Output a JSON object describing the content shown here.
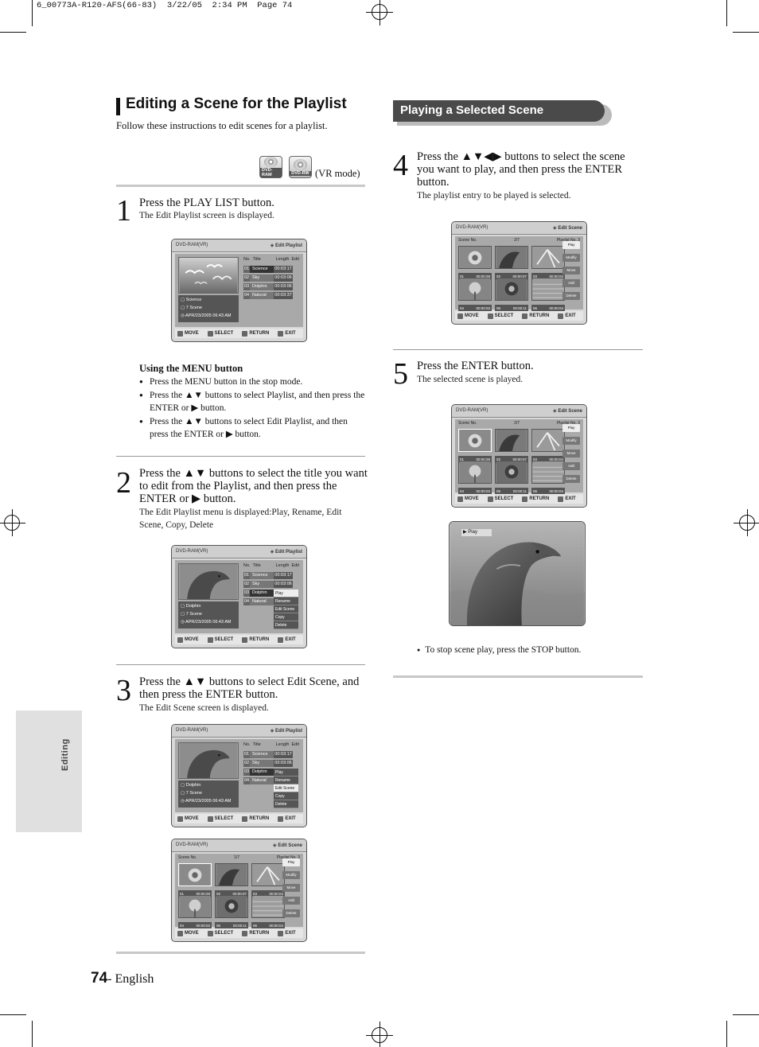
{
  "print_header": "6_00773A-R120-AFS(66-83)  3/22/05  2:34 PM  Page 74",
  "side_tab": "Editing",
  "left_section": {
    "title": "Editing a Scene for the Playlist",
    "intro": "Follow these instructions to edit scenes for a playlist.",
    "disc_icons": [
      "DVD-RAM",
      "DVD-RW"
    ],
    "mode": "(VR mode)"
  },
  "right_section": {
    "title": "Playing a Selected Scene"
  },
  "steps": {
    "s1": {
      "num": "1",
      "title": "Press the PLAY LIST button.",
      "sub": "The Edit Playlist screen is displayed."
    },
    "menu": {
      "head": "Using the MENU button",
      "items": [
        "Press the MENU button in the stop mode.",
        "Press the ▲▼ buttons to select Playlist, and then press the ENTER or ▶ button.",
        "Press the ▲▼ buttons to select Edit Playlist, and then press the ENTER or ▶ button."
      ]
    },
    "s2": {
      "num": "2",
      "title": "Press the ▲▼ buttons to select the title you want to edit from the Playlist, and then press the ENTER or ▶ button.",
      "sub": "The Edit Playlist menu is displayed:Play, Rename, Edit Scene, Copy, Delete"
    },
    "s3": {
      "num": "3",
      "title": "Press the ▲▼ buttons to select Edit Scene, and then press the ENTER button.",
      "sub": "The Edit Scene screen is displayed."
    },
    "s4": {
      "num": "4",
      "title": "Press the ▲▼◀▶ buttons to select the scene you want to play, and then press the ENTER button.",
      "sub": "The playlist entry to be played is selected."
    },
    "s5": {
      "num": "5",
      "title": "Press the ENTER button.",
      "sub": "The selected scene is played."
    }
  },
  "osd": {
    "source": "DVD-RAM(VR)",
    "edit_playlist": "Edit Playlist",
    "edit_scene": "Edit Scene",
    "col_no": "No.",
    "col_title": "Title",
    "col_length": "Length",
    "col_edit": "Edit",
    "rows": [
      {
        "no": "01",
        "title": "Science",
        "length": "00:03:17"
      },
      {
        "no": "02",
        "title": "Sky",
        "length": "00:03:06"
      },
      {
        "no": "03",
        "title": "Dolphin",
        "length": "00:03:06"
      },
      {
        "no": "04",
        "title": "Natural",
        "length": "00:03:37"
      }
    ],
    "info_science": {
      "name": "Science",
      "scenes": "7 Scene",
      "date": "APR/23/2005 06:43 AM"
    },
    "info_dolphin": {
      "name": "Dolphin",
      "scenes": "7 Scene",
      "date": "APR/23/2005 06:43 AM"
    },
    "popup": [
      "Play",
      "Rename",
      "Edit Scene",
      "Copy",
      "Delete"
    ],
    "footer": {
      "move": "MOVE",
      "select": "SELECT",
      "return": "RETURN",
      "exit": "EXIT"
    },
    "scene_no": "Scene No.",
    "scene_page_a": "1/7",
    "scene_page_b": "2/7",
    "playlist_no": "Playlist No.  3",
    "scene_buttons": [
      "Play",
      "Modify",
      "Move",
      "Add",
      "Delete"
    ],
    "scenes": [
      {
        "no": "01",
        "time": "00:00:28"
      },
      {
        "no": "02",
        "time": "00:00:07"
      },
      {
        "no": "03",
        "time": "00:00:04"
      },
      {
        "no": "04",
        "time": "00:00:03"
      },
      {
        "no": "05",
        "time": "00:00:11"
      },
      {
        "no": "06",
        "time": "00:00:04"
      }
    ],
    "play_label": "▶ Play"
  },
  "stop_note": "To stop scene play, press the STOP button.",
  "footer": {
    "page": "74",
    "lang": "- English"
  }
}
